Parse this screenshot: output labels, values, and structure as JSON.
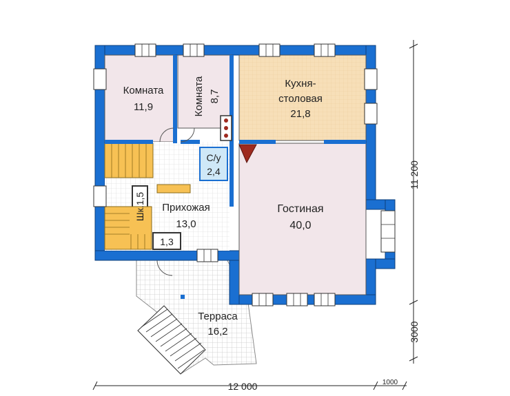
{
  "colors": {
    "wall": "#1a6fd1",
    "wall_edge": "#0d3f7a",
    "room_pink": "#f2e6ea",
    "kitchen": "#f7dfb8",
    "bath": "#cfe8f7",
    "stairs": "#f7c154",
    "terrace_grid": "#c9c9c9",
    "fireplace": "#9e2a1f",
    "dimension_line": "#222222"
  },
  "rooms": [
    {
      "id": "room-1",
      "name": "Комната",
      "area": "11,9"
    },
    {
      "id": "room-2",
      "name": "Комната",
      "area": "8,7"
    },
    {
      "id": "kitchen",
      "name_line1": "Кухня-",
      "name_line2": "столовая",
      "area": "21,8"
    },
    {
      "id": "bathroom",
      "name": "С/у",
      "area": "2,4"
    },
    {
      "id": "closet",
      "label": "Шк.1,5"
    },
    {
      "id": "hall",
      "name": "Прихожая",
      "area": "13,0"
    },
    {
      "id": "storage",
      "label": "1,3"
    },
    {
      "id": "living",
      "name": "Гостиная",
      "area": "40,0"
    },
    {
      "id": "terrace",
      "name": "Терраса",
      "area": "16,2"
    }
  ],
  "dimensions": {
    "width": "12 000",
    "height_house": "11 200",
    "height_terrace": "3000",
    "extra": "1000"
  }
}
